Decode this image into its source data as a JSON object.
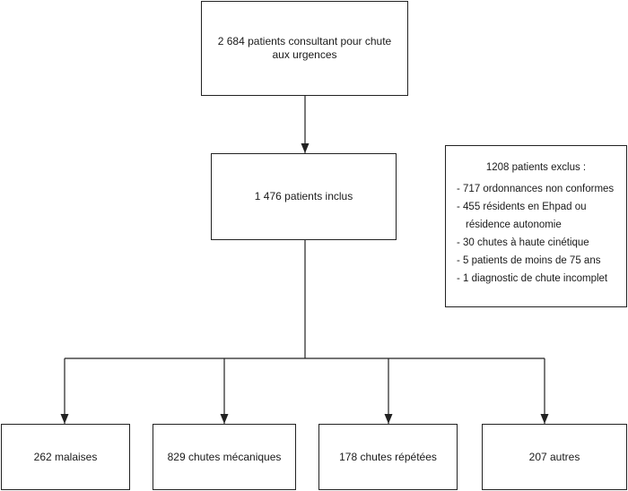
{
  "flow": {
    "top": "2 684 patients consultant pour chute aux urgences",
    "included": "1 476 patients inclus",
    "excluded": {
      "title": "1208 patients exclus :",
      "items": [
        "- 717 ordonnances non conformes",
        "- 455 résidents en Ehpad ou",
        "résidence autonomie",
        "- 30 chutes à haute cinétique",
        "- 5 patients de moins de 75 ans",
        "- 1 diagnostic de chute incomplet"
      ]
    },
    "categories": {
      "malaises": "262 malaises",
      "mecaniques": "829 chutes mécaniques",
      "repetees": "178 chutes répétées",
      "autres": "207 autres"
    }
  }
}
